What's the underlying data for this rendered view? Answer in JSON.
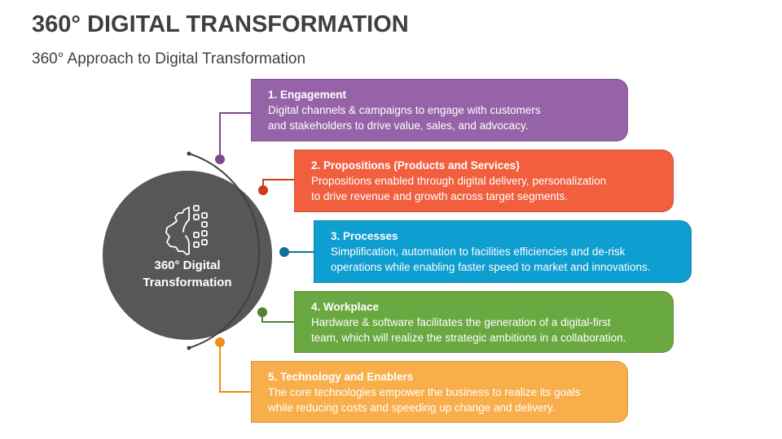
{
  "header": {
    "title": "360° DIGITAL TRANSFORMATION",
    "subtitle": "360° Approach to Digital Transformation"
  },
  "hub": {
    "line1": "360° Digital",
    "line2": "Transformation",
    "icon": "digital-gear-icon",
    "color": "#575757"
  },
  "items": [
    {
      "title": "1. Engagement",
      "description": "Digital channels & campaigns to engage with customers\nand stakeholders to drive value, sales, and advocacy.",
      "color": "#9763A8",
      "dot_color": "#7A4A8E"
    },
    {
      "title": "2.  Propositions (Products and Services)",
      "description": "Propositions enabled through digital delivery, personalization\nto drive revenue and growth across target segments.",
      "color": "#F15F3E",
      "dot_color": "#D23A15"
    },
    {
      "title": "3. Processes",
      "description": "Simplification, automation to facilities efficiencies and de-risk\noperations while enabling faster speed to market and innovations.",
      "color": "#0E9ECF",
      "dot_color": "#0A7399"
    },
    {
      "title": "4. Workplace",
      "description": "Hardware & software facilitates the generation of a digital-first\nteam, which will realize the strategic ambitions in a collaboration.",
      "color": "#6AA841",
      "dot_color": "#4F842E"
    },
    {
      "title": "5. Technology and Enablers",
      "description": " The core technologies empower the business to realize its goals\nwhile reducing costs and speeding up change and delivery.",
      "color": "#F8AE4B",
      "dot_color": "#EE8E12"
    }
  ]
}
